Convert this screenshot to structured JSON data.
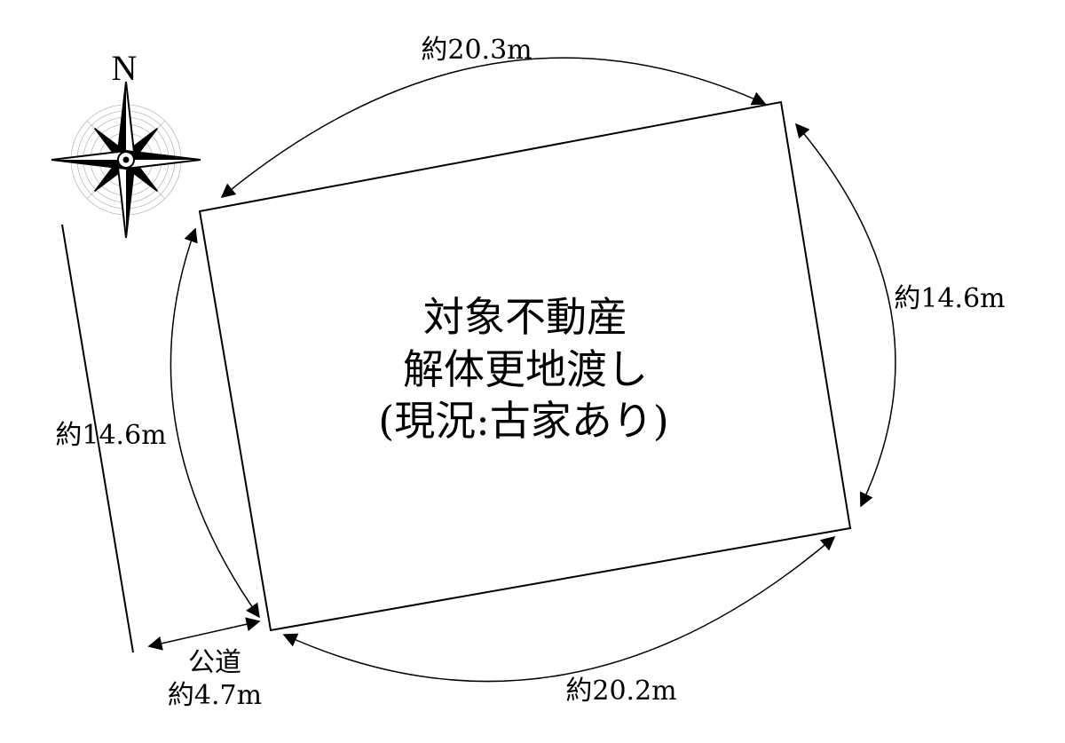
{
  "compass": {
    "north_label": "N"
  },
  "plot": {
    "title_lines": [
      "対象不動産",
      "解体更地渡し",
      "(現況:古家あり)"
    ]
  },
  "dimensions": {
    "top": "約20.3m",
    "right": "約14.6m",
    "left": "約14.6m",
    "bottom": "約20.2m",
    "road_label": "公道",
    "road_width": "約4.7m"
  },
  "colors": {
    "line": "#000000",
    "background": "#ffffff"
  }
}
